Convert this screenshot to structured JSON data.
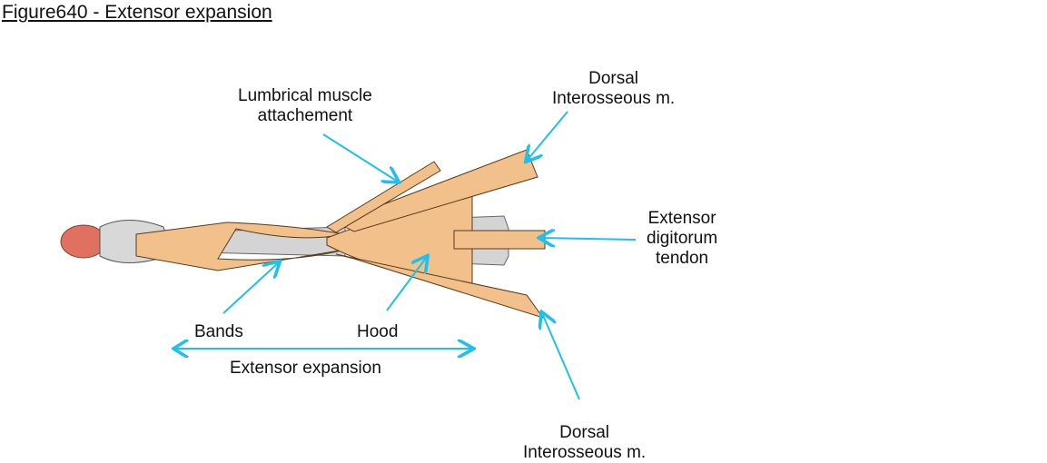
{
  "title": "Figure640 - Extensor expansion",
  "labels": {
    "lumbrical": "Lumbrical muscle\nattachement",
    "dorsal_top": "Dorsal\nInterosseous m.",
    "extensor_tendon": "Extensor\ndigitorum\ntendon",
    "bands": "Bands",
    "hood": "Hood",
    "expansion": "Extensor expansion",
    "dorsal_bottom": "Dorsal\nInterosseous m."
  },
  "colors": {
    "tendon": "#f2c08a",
    "arrow": "#1ec0ec",
    "nail": "#e07060",
    "bone": "#d4d4d4"
  }
}
